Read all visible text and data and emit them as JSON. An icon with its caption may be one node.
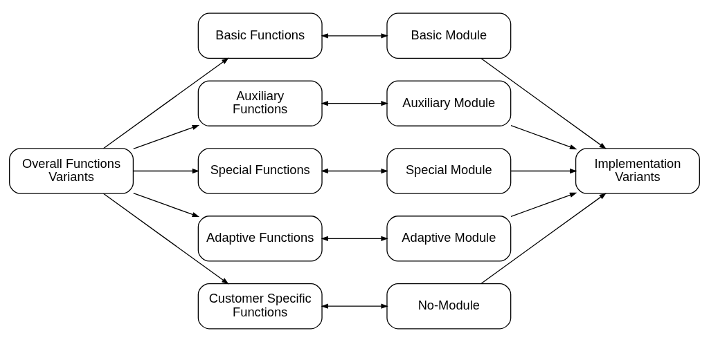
{
  "diagram": {
    "nodes": [
      {
        "text": [
          "Overall Functions Variants"
        ]
      },
      {
        "text": [
          "Basic Functions"
        ]
      },
      {
        "text": [
          "Auxiliary Functions"
        ]
      },
      {
        "text": [
          "Special Functions"
        ]
      },
      {
        "text": [
          "Adaptive Functions"
        ]
      },
      {
        "text": [
          "Customer Specific Functions"
        ]
      },
      {
        "text": [
          "Basic Module"
        ]
      },
      {
        "text": [
          "Auxiliary Module"
        ]
      },
      {
        "text": [
          "Special Module"
        ]
      },
      {
        "text": [
          "Adaptive Module"
        ]
      },
      {
        "text": [
          "No-Module"
        ]
      },
      {
        "text": [
          "Implementation Variants"
        ]
      }
    ],
    "edges": [
      {
        "from": 0,
        "to": 1,
        "arrow": "to"
      },
      {
        "from": 0,
        "to": 2,
        "arrow": "to"
      },
      {
        "from": 0,
        "to": 3,
        "arrow": "to"
      },
      {
        "from": 0,
        "to": 4,
        "arrow": "to"
      },
      {
        "from": 0,
        "to": 5,
        "arrow": "to"
      },
      {
        "from": 1,
        "to": 6,
        "arrow": "both"
      },
      {
        "from": 2,
        "to": 7,
        "arrow": "both"
      },
      {
        "from": 3,
        "to": 8,
        "arrow": "both"
      },
      {
        "from": 4,
        "to": 9,
        "arrow": "both"
      },
      {
        "from": 5,
        "to": 10,
        "arrow": "both"
      },
      {
        "from": 6,
        "to": 11,
        "arrow": "to"
      },
      {
        "from": 7,
        "to": 11,
        "arrow": "to"
      },
      {
        "from": 8,
        "to": 11,
        "arrow": "to"
      },
      {
        "from": 9,
        "to": 11,
        "arrow": "to"
      },
      {
        "from": 10,
        "to": 11,
        "arrow": "to"
      }
    ]
  }
}
